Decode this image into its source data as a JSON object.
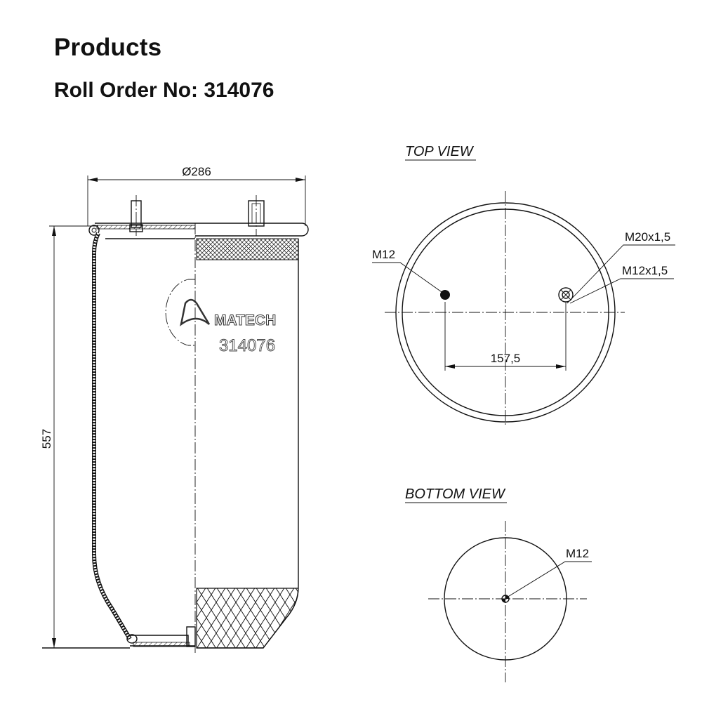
{
  "header": {
    "title": "Products",
    "subtitle": "Roll Order No: 314076"
  },
  "side_view": {
    "diameter_label": "Ø286",
    "height_label": "557",
    "brand": "MATECH",
    "part_number": "314076"
  },
  "top_view": {
    "title": "TOP VIEW",
    "left_thread": "M12",
    "air_fitting": "M20x1,5",
    "right_thread": "M12x1,5",
    "spacing": "157,5"
  },
  "bottom_view": {
    "title": "BOTTOM VIEW",
    "center_thread": "M12"
  }
}
